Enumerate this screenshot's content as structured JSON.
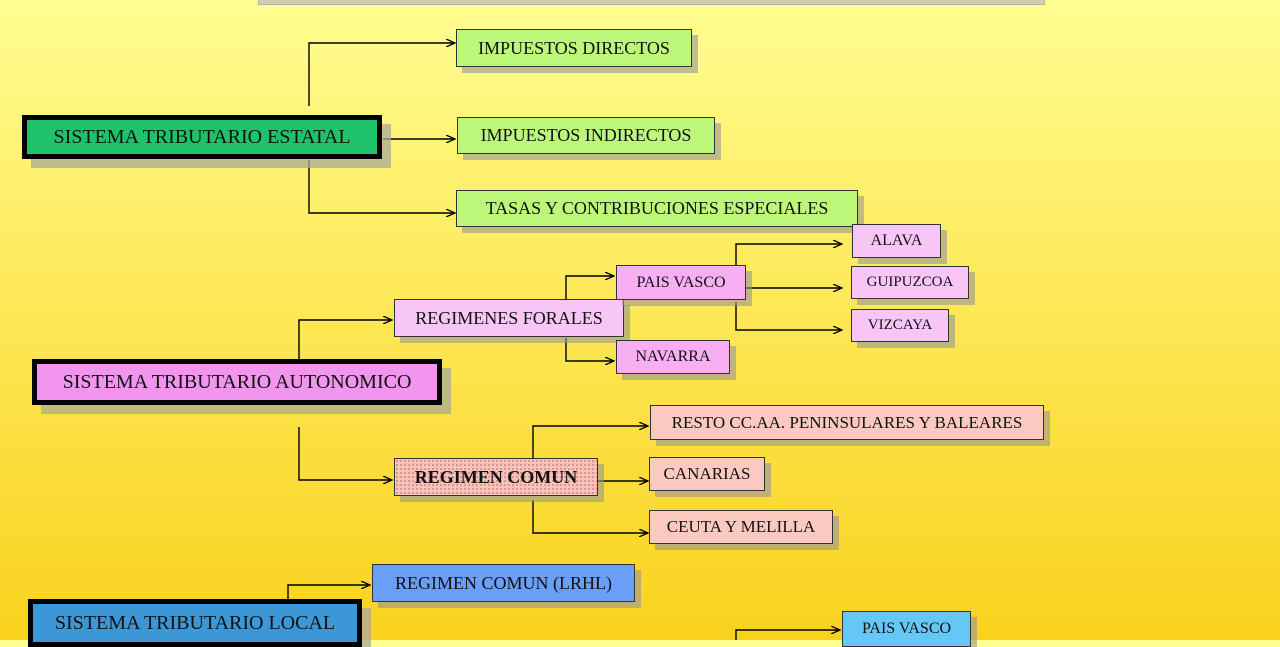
{
  "estatal": {
    "title": "SISTEMA TRIBUTARIO ESTATAL",
    "children": [
      "IMPUESTOS DIRECTOS",
      "IMPUESTOS INDIRECTOS",
      "TASAS Y CONTRIBUCIONES ESPECIALES"
    ]
  },
  "autonomico": {
    "title": "SISTEMA TRIBUTARIO AUTONOMICO",
    "forales": {
      "label": "REGIMENES FORALES",
      "pais_vasco": {
        "label": "PAIS VASCO",
        "provinces": [
          "ALAVA",
          "GUIPUZCOA",
          "VIZCAYA"
        ]
      },
      "navarra": "NAVARRA"
    },
    "comun": {
      "label": "REGIMEN COMUN",
      "children": [
        "RESTO CC.AA. PENINSULARES Y BALEARES",
        "CANARIAS",
        "CEUTA Y MELILLA"
      ]
    }
  },
  "local": {
    "title": "SISTEMA TRIBUTARIO LOCAL",
    "comun": "REGIMEN COMUN (LRHL)",
    "pais_vasco": "PAIS VASCO"
  },
  "colors": {
    "estatal": "#1fc26a",
    "autonomico": "#f295ef",
    "local": "#3b97d6",
    "green_child": "#bdf77a",
    "pink_child": "#f7c6f6",
    "salmon_child": "#fcc9c1",
    "blue_child": "#6a9ff7"
  }
}
